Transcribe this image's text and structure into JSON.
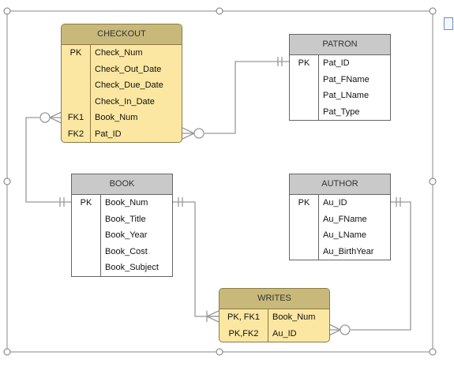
{
  "entities": {
    "checkout": {
      "name": "CHECKOUT",
      "rows": [
        {
          "key": "PK",
          "attr": "Check_Num"
        },
        {
          "key": "",
          "attr": "Check_Out_Date"
        },
        {
          "key": "",
          "attr": "Check_Due_Date"
        },
        {
          "key": "",
          "attr": "Check_In_Date"
        },
        {
          "key": "FK1",
          "attr": "Book_Num"
        },
        {
          "key": "FK2",
          "attr": "Pat_ID"
        }
      ]
    },
    "patron": {
      "name": "PATRON",
      "rows": [
        {
          "key": "PK",
          "attr": "Pat_ID"
        },
        {
          "key": "",
          "attr": "Pat_FName"
        },
        {
          "key": "",
          "attr": "Pat_LName"
        },
        {
          "key": "",
          "attr": "Pat_Type"
        }
      ]
    },
    "book": {
      "name": "BOOK",
      "rows": [
        {
          "key": "PK",
          "attr": "Book_Num"
        },
        {
          "key": "",
          "attr": "Book_Title"
        },
        {
          "key": "",
          "attr": "Book_Year"
        },
        {
          "key": "",
          "attr": "Book_Cost"
        },
        {
          "key": "",
          "attr": "Book_Subject"
        }
      ]
    },
    "author": {
      "name": "AUTHOR",
      "rows": [
        {
          "key": "PK",
          "attr": "Au_ID"
        },
        {
          "key": "",
          "attr": "Au_FName"
        },
        {
          "key": "",
          "attr": "Au_LName"
        },
        {
          "key": "",
          "attr": "Au_BirthYear"
        }
      ]
    },
    "writes": {
      "name": "WRITES",
      "rows": [
        {
          "key": "PK, FK1",
          "attr": "Book_Num"
        },
        {
          "key": "PK,FK2",
          "attr": "Au_ID"
        }
      ]
    }
  },
  "relationships": [
    {
      "from": "patron",
      "to": "checkout",
      "from_end": "one-and-only-one",
      "to_end": "zero-or-many"
    },
    {
      "from": "book",
      "to": "checkout",
      "from_end": "one-and-only-one",
      "to_end": "zero-or-many"
    },
    {
      "from": "book",
      "to": "writes",
      "from_end": "one-and-only-one",
      "to_end": "one-or-many"
    },
    {
      "from": "author",
      "to": "writes",
      "from_end": "one-and-only-one",
      "to_end": "zero-or-many"
    }
  ],
  "colors": {
    "line": "#999999",
    "selection": "#888888",
    "entity_header_gray": "#c9c9c9",
    "associative_fill": "#fbe7a1",
    "associative_header": "#c8b97a"
  }
}
